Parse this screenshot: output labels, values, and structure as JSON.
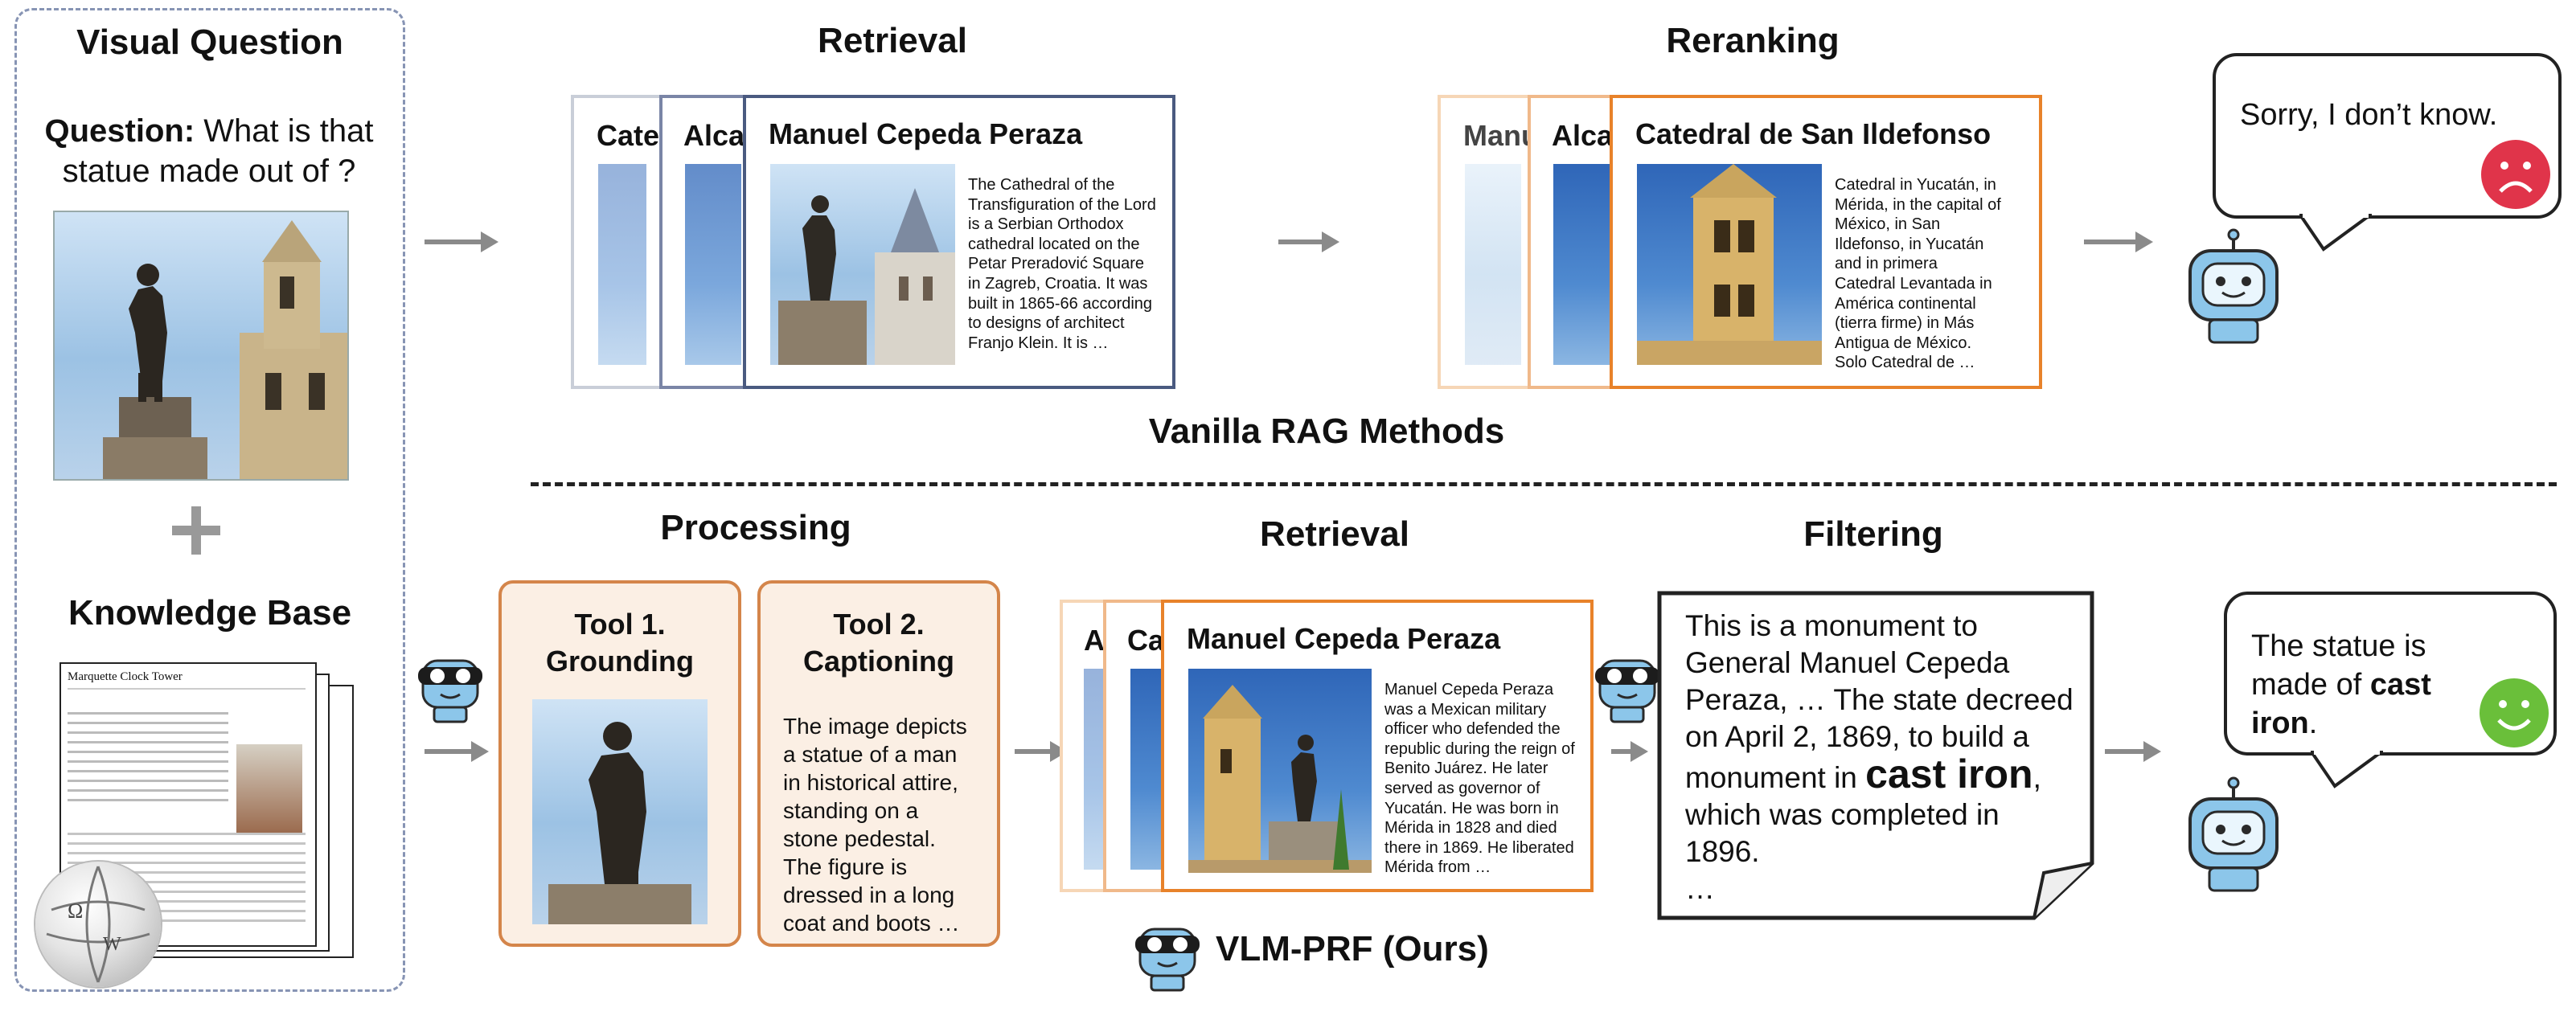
{
  "left": {
    "heading": "Visual Question",
    "question_label": "Question:",
    "question_text": " What is that statue made out of ?",
    "plus": "+",
    "kb_heading": "Knowledge Base",
    "kb_page_title": "Marquette Clock Tower"
  },
  "vanilla": {
    "retrieval_title": "Retrieval",
    "reranking_title": "Reranking",
    "section_label": "Vanilla RAG Methods",
    "retrieval_cards": {
      "back2": "Cate",
      "back1": "Alcal",
      "front_title": "Manuel Cepeda Peraza",
      "front_text": "The Cathedral of the\nTransfiguration of the Lord\nis a Serbian Orthodox\ncathedral located on the\nPetar Preradović Square\nin Zagreb, Croatia. It was\nbuilt in 1865-66 according\nto designs of architect\nFranjo Klein. It is …"
    },
    "rerank_cards": {
      "back2": "Manu",
      "back1": "Alca",
      "front_title": "Catedral de San Ildefonso",
      "front_text": "Catedral in Yucatán, in\nMérida, in the capital of\nMéxico, in San\nIldefonso, in Yucatán\nand in primera\nCatedral Levantada in\nAmérica continental\n(tierra firme) in Más\nAntigua de México.\nSolo Catedral de …"
    },
    "answer": "Sorry, I don’t know."
  },
  "ours": {
    "processing_title": "Processing",
    "retrieval_title": "Retrieval",
    "filtering_title": "Filtering",
    "tool1_title": "Tool 1.\nGrounding",
    "tool2_title": "Tool 2.\nCaptioning",
    "tool2_text": "The image depicts\na statue of a man\nin historical attire,\nstanding on a\nstone pedestal.\nThe figure is\ndressed in a long\ncoat and boots …",
    "retrieval_cards": {
      "back2": "A",
      "back1": "Ca",
      "front_title": "Manuel Cepeda Peraza",
      "front_text": "Manuel Cepeda Peraza\nwas a Mexican military\nofficer who defended the\nrepublic during the reign of\nBenito Juárez. He later\nserved as governor of\nYucatán. He was born in\nMérida in 1828 and died\nthere in 1869. He liberated\nMérida from …"
    },
    "filter_text_1": "This is a monument to General Manuel Cepeda Peraza, … The state decreed on April 2, 1869, to build a monument in ",
    "filter_bold": "cast iron",
    "filter_text_2": ", which was completed in 1896.",
    "filter_ellipsis": "…",
    "answer_1": "The statue is made of ",
    "answer_bold": "cast iron",
    "answer_2": ".",
    "method_label": "VLM-PRF (Ours)"
  },
  "colors": {
    "blue_card": "#4a5a80",
    "orange_card": "#e8822a",
    "arrow": "#8a8a8a",
    "sad": "#e0344a",
    "happy": "#6abf3a"
  }
}
